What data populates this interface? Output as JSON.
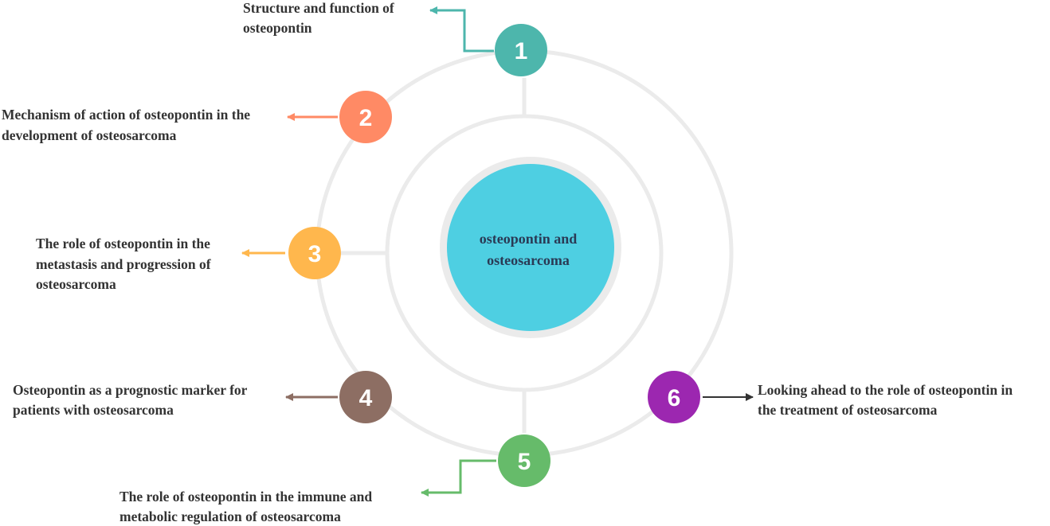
{
  "center": {
    "line1": "osteopontin and",
    "line2": "osteosarcoma",
    "color": "#4ecfe2"
  },
  "topics": [
    {
      "number": "1",
      "color": "#4db6ac",
      "lines": [
        "Structure and function of",
        "osteopontin"
      ]
    },
    {
      "number": "2",
      "color": "#ff8a65",
      "lines": [
        "Mechanism of action of osteopontin in the",
        "development of osteosarcoma"
      ]
    },
    {
      "number": "3",
      "color": "#ffb74d",
      "lines": [
        "The role of osteopontin in the",
        "metastasis and progression of",
        "osteosarcoma"
      ]
    },
    {
      "number": "4",
      "color": "#8d6e63",
      "lines": [
        "Osteopontin as a prognostic marker for",
        "patients with osteosarcoma"
      ]
    },
    {
      "number": "5",
      "color": "#66bb6a",
      "lines": [
        "The role of osteopontin in the immune and",
        "metabolic regulation of osteosarcoma"
      ]
    },
    {
      "number": "6",
      "color": "#9c27b0",
      "lines": [
        "Looking ahead to the role of osteopontin in",
        "the treatment of osteosarcoma"
      ]
    }
  ],
  "colors": {
    "ring": "#ebebeb",
    "text": "#333333",
    "arrow6": "#333333"
  }
}
